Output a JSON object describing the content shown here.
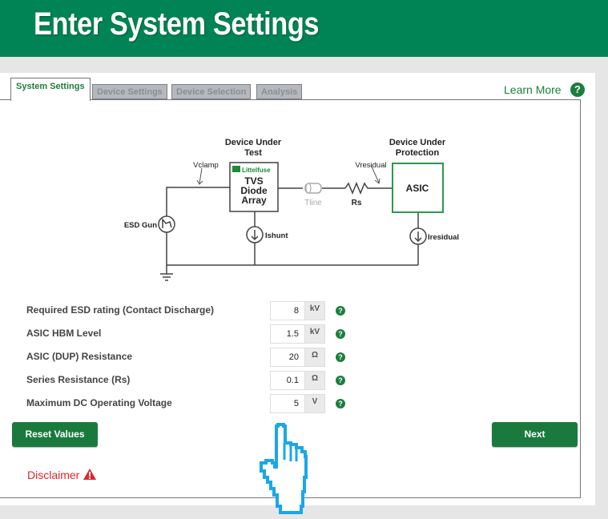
{
  "header": {
    "title": "Enter System Settings"
  },
  "tabs": [
    {
      "label": "System Settings",
      "active": true
    },
    {
      "label": "Device Settings",
      "active": false
    },
    {
      "label": "Device Selection",
      "active": false
    },
    {
      "label": "Analysis",
      "active": false
    }
  ],
  "learn_more": {
    "label": "Learn More",
    "icon": "question-circle-icon"
  },
  "diagram": {
    "dut_title_line1": "Device Under",
    "dut_title_line2": "Test",
    "dup_title_line1": "Device Under",
    "dup_title_line2": "Protection",
    "vclamp": "Vclamp",
    "vresidual": "Vresidual",
    "brand": "Littelfuse",
    "tvs_line1": "TVS",
    "tvs_line2": "Diode",
    "tvs_line3": "Array",
    "tline": "Tline",
    "rs": "Rs",
    "asic": "ASIC",
    "esd_gun": "ESD Gun",
    "ishunt": "Ishunt",
    "iresidual": "Iresidual"
  },
  "form": {
    "fields": [
      {
        "label": "Required ESD rating (Contact Discharge)",
        "value": "8",
        "unit": "kV"
      },
      {
        "label": "ASIC HBM Level",
        "value": "1.5",
        "unit": "kV"
      },
      {
        "label": "ASIC (DUP) Resistance",
        "value": "20",
        "unit": "Ω"
      },
      {
        "label": "Series Resistance (Rs)",
        "value": "0.1",
        "unit": "Ω"
      },
      {
        "label": "Maximum DC Operating Voltage",
        "value": "5",
        "unit": "V"
      }
    ],
    "help_glyph": "?"
  },
  "buttons": {
    "reset": "Reset Values",
    "next": "Next"
  },
  "disclaimer": {
    "label": "Disclaimer",
    "icon": "warning-triangle-icon"
  },
  "colors": {
    "brand_green": "#008455",
    "button_green": "#1a7a3e",
    "disclaimer_red": "#e0262b",
    "cursor_blue": "#1aa7e8"
  }
}
